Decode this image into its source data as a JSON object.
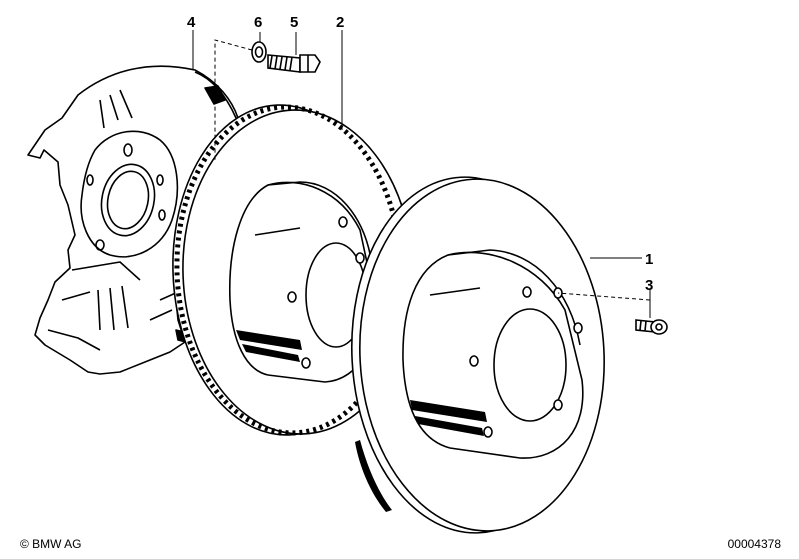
{
  "callouts": {
    "c1": "1",
    "c2": "2",
    "c3": "3",
    "c4": "4",
    "c5": "5",
    "c6": "6"
  },
  "footer": {
    "copyright": "© BMW AG",
    "doc_number": "00004378"
  }
}
